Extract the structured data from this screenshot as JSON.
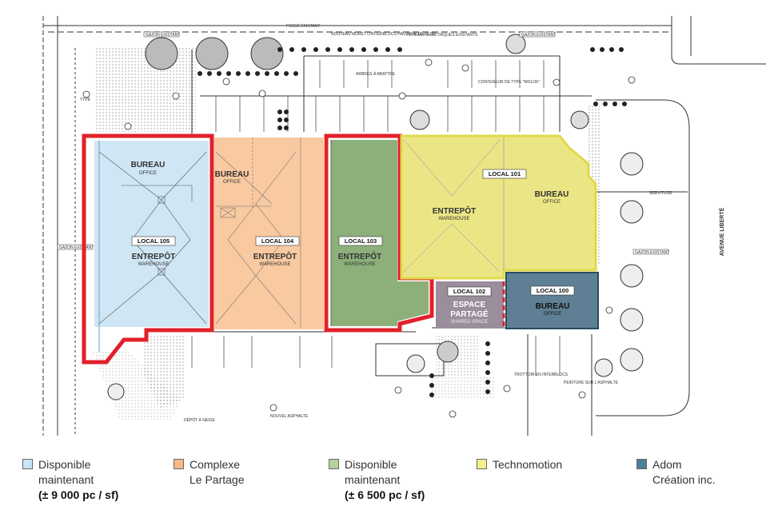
{
  "plan": {
    "street_label": "AVENUE LIBERTÉ",
    "units": [
      {
        "id": "105",
        "badge": "LOCAL 105",
        "name_fr": "BUREAU",
        "name_en": "OFFICE",
        "wh_fr": "ENTREPÔT",
        "wh_en": "WAREHOUSE"
      },
      {
        "id": "104",
        "badge": "LOCAL 104",
        "name_fr": "BUREAU",
        "name_en": "OFFICE",
        "wh_fr": "ENTREPÔT",
        "wh_en": "WAREHOUSE"
      },
      {
        "id": "103",
        "badge": "LOCAL 103",
        "wh_fr": "ENTREPÔT",
        "wh_en": "WAREHOUSE"
      },
      {
        "id": "101",
        "badge": "LOCAL 101",
        "name_fr": "BUREAU",
        "name_en": "OFFICE",
        "wh_fr": "ENTREPÔT",
        "wh_en": "WAREHOUSE"
      },
      {
        "id": "102",
        "badge": "LOCAL 102",
        "name_fr_1": "ESPACE",
        "name_fr_2": "PARTAGÉ",
        "name_en": "SHARED SPACE"
      },
      {
        "id": "100",
        "badge": "LOCAL 100",
        "name_fr": "BUREAU",
        "name_en": "OFFICE"
      }
    ],
    "small_labels": {
      "gazon_existant_1": "GAZON EXISTANT",
      "gazon_existant_2": "GAZON EXISTANT",
      "gazon_existant_3": "GAZON EXISTANT",
      "gazon_existant_4": "GAZON EXISTANT",
      "muret": "NOUVEAU MURET D'INTERBLOCS HAUTEUR DE ±1.0M",
      "poteaux": "POTEAUX ÉLECTRIQUES EXISTANTS",
      "arbres": "ARBRES À ABATTRE",
      "conteneur": "CONTENEUR DE TYPE \"MOLOK\"",
      "servitude": "SERVITUDE",
      "trottoir": "TROTTOIR EN INTERBLOCS",
      "peinture": "PEINTURE SUR L'ASPHALTE",
      "asphalte": "NOUVEL ASPHALTE",
      "depot": "DÉPÔT À NEIGE",
      "fosse": "FOSSÉ EXISTANT",
      "type": "TYPE"
    },
    "colors": {
      "red_outline": "#e2202a",
      "unit105_fill": "#cfe6f5",
      "unit104_fill": "#f9c9a1",
      "unit103_fill": "#8db07a",
      "unit101_fill": "#ebe685",
      "unit102_fill": "#9a8d9c",
      "unit100_fill": "#5e7f94"
    }
  },
  "legend": [
    {
      "color": "#c9e5f7",
      "line1": "Disponible",
      "line2": "maintenant",
      "line3": "(± 9 000 pc / sf)"
    },
    {
      "color": "#f7b98a",
      "line1": "Complexe",
      "line2": "Le Partage"
    },
    {
      "color": "#b2d39a",
      "line1": "Disponible",
      "line2": "maintenant",
      "line3": "(± 6 500 pc / sf)"
    },
    {
      "color": "#f6f08a",
      "line1": "Technomotion"
    },
    {
      "color": "#4f7f97",
      "line1": "Adom",
      "line2": "Création inc."
    }
  ]
}
